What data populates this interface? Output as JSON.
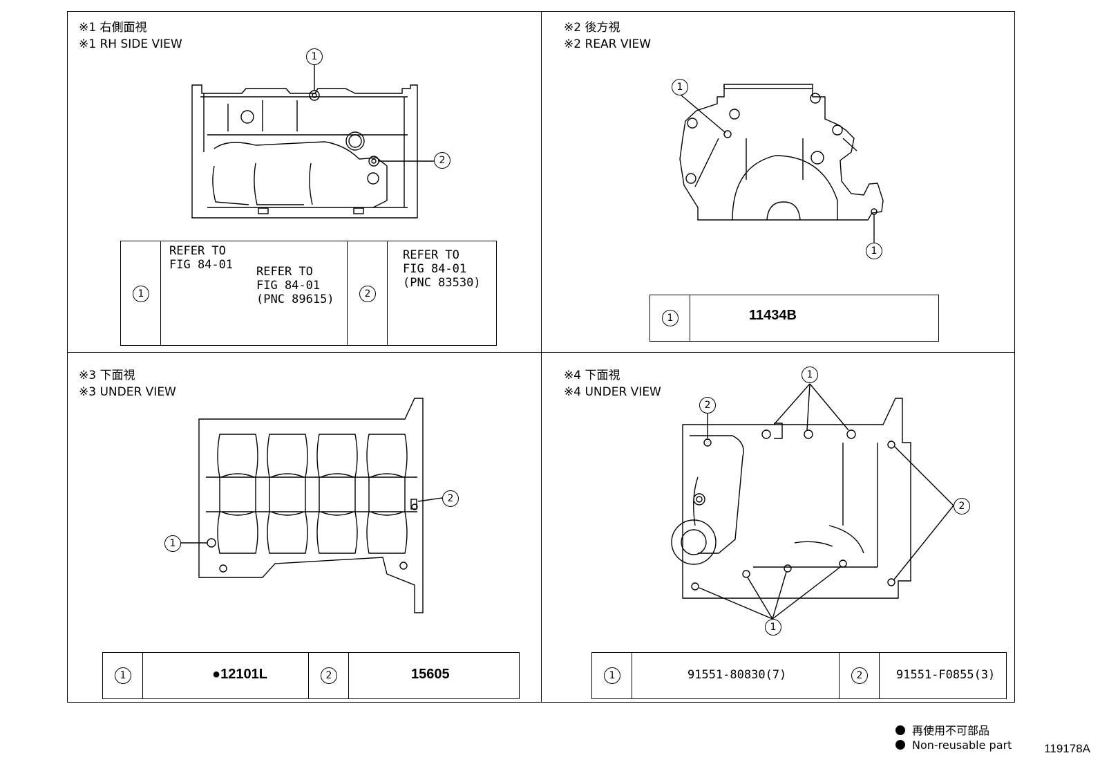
{
  "q1": {
    "title_jp": "※1 右側面視",
    "title_en": "※1 RH SIDE VIEW",
    "callouts": [
      "1",
      "2"
    ],
    "table": {
      "n1": "1",
      "ref_a": "REFER TO\nFIG 84-01",
      "ref_b": "REFER TO\nFIG 84-01\n(PNC 89615)",
      "n2": "2",
      "ref_c": "REFER TO\nFIG 84-01\n(PNC 83530)"
    }
  },
  "q2": {
    "title_jp": "※2 後方視",
    "title_en": "※2 REAR VIEW",
    "callouts": [
      "1",
      "1"
    ],
    "table": {
      "n1": "1",
      "part": "11434B"
    }
  },
  "q3": {
    "title_jp": "※3 下面視",
    "title_en": "※3 UNDER VIEW",
    "callouts": [
      "1",
      "2"
    ],
    "table": {
      "n1": "1",
      "part1": "●12101L",
      "n2": "2",
      "part2": "15605"
    }
  },
  "q4": {
    "title_jp": "※4 下面視",
    "title_en": "※4 UNDER VIEW",
    "callouts": [
      "1",
      "2",
      "2",
      "1"
    ],
    "table": {
      "n1": "1",
      "part1": "91551-80830(7)",
      "n2": "2",
      "part2": "91551-F0855(3)"
    }
  },
  "legend": {
    "jp": "再使用不可部品",
    "en": "Non-reusable part"
  },
  "figure_id": "119178A"
}
